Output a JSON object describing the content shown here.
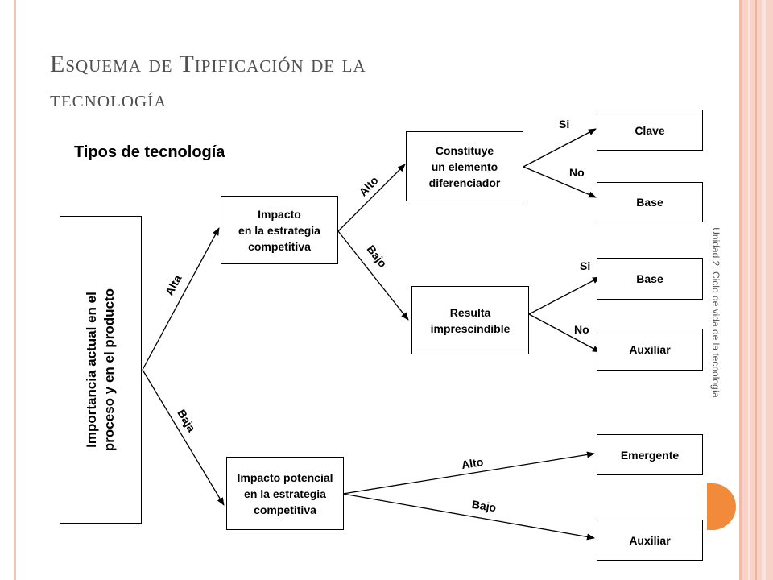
{
  "title": {
    "line1": "Esquema de Tipificación de la",
    "line2": "tecnología"
  },
  "side_caption": "Unidad 2. Ciclo de vida de la tecnología",
  "subtitle": "Tipos de tecnología",
  "nodes": {
    "root": "Importancia actual en el\nproceso y en el producto",
    "impacto": "Impacto\nen la estrategia\ncompetitiva",
    "impacto_potencial": "Impacto potencial\nen la estrategia\ncompetitiva",
    "constituye": "Constituye\nun elemento\ndiferenciador",
    "resulta": "Resulta\nimprescindible",
    "clave": "Clave",
    "base_1": "Base",
    "base_2": "Base",
    "auxiliar_1": "Auxiliar",
    "emergente": "Emergente",
    "auxiliar_2": "Auxiliar"
  },
  "edges": {
    "alta": "Alta",
    "baja": "Baja",
    "alto_1": "Alto",
    "bajo_1": "Bajo",
    "si_1": "Si",
    "no_1": "No",
    "si_2": "Si",
    "no_2": "No",
    "alto_2": "Alto",
    "bajo_2": "Bajo"
  }
}
